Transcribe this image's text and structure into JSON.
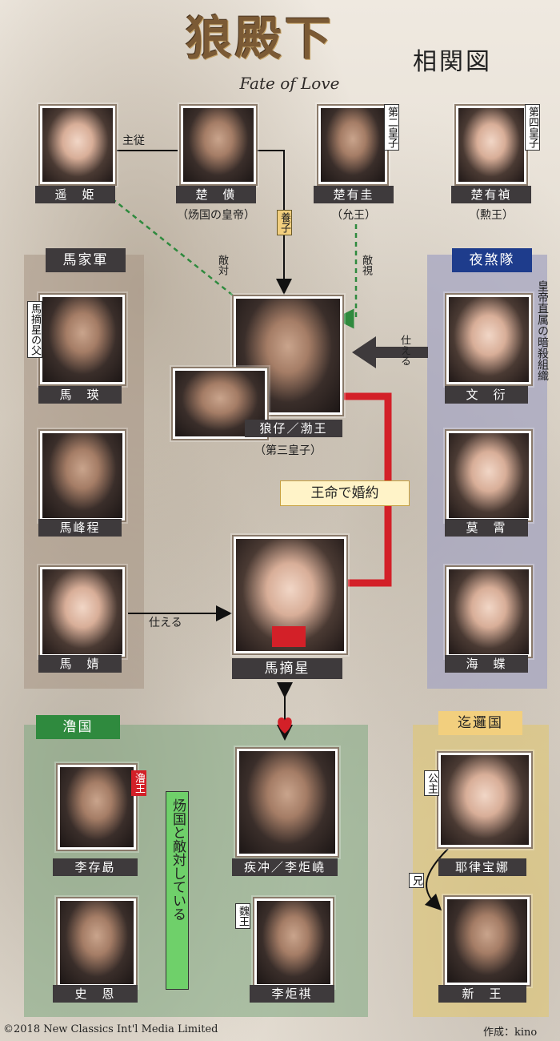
{
  "title": {
    "main": "狼殿下",
    "sub": "Fate of Love",
    "label": "相関図"
  },
  "colors": {
    "dark_tag": "#3e3a3c",
    "majia": "#a89585",
    "yesha": "#a6a6c2",
    "yuguo": "#7ea77f",
    "liluo": "#e1c76a",
    "red_line": "#d32028",
    "green_dash": "#2f8a3e"
  },
  "top": {
    "yaoji": {
      "name": "遥　姫"
    },
    "chuyong": {
      "name": "楚　僙",
      "sub": "（炀国の皇帝）"
    },
    "chuyougui": {
      "name": "楚有圭",
      "sub": "（允王）",
      "tag": "第二皇子"
    },
    "chuyouzhen": {
      "name": "楚有禎",
      "sub": "（勲王）",
      "tag": "第四皇子"
    }
  },
  "relations": {
    "zhucong": "主従",
    "yangzi": "養子",
    "diduiA": "敵対",
    "dishi": "敵視",
    "shieru1": "仕える",
    "wangming": "王命で婚約",
    "shieru2": "仕える",
    "xiong": "兄"
  },
  "center": {
    "name": "狼仔／渤王",
    "sub": "（第三皇子）",
    "heroine": "馬摘星"
  },
  "majia": {
    "head": "馬家軍",
    "members": [
      {
        "name": "馬　瑛",
        "tag": "馬摘星の父"
      },
      {
        "name": "馬峰程"
      },
      {
        "name": "馬　婧"
      }
    ]
  },
  "yesha": {
    "head": "夜煞隊",
    "desc": "皇帝直属の暗殺組織",
    "members": [
      {
        "name": "文　衍"
      },
      {
        "name": "莫　霄"
      },
      {
        "name": "海　蝶"
      }
    ]
  },
  "yuguo": {
    "head": "澛国",
    "desc": "炀国と敵対している",
    "members": [
      {
        "name": "李存勗",
        "tag": "澛王"
      },
      {
        "name": "疾冲／李炬嶢"
      },
      {
        "name": "史　恩"
      },
      {
        "name": "李炬祺",
        "tag": "魏王"
      }
    ]
  },
  "liluo": {
    "head": "迄邏国",
    "members": [
      {
        "name": "耶律宝娜",
        "tag": "公主"
      },
      {
        "name": "新　王"
      }
    ]
  },
  "footer": {
    "copyright": "©2018 New Classics Int'l Media Limited",
    "credit": "作成：kino"
  }
}
